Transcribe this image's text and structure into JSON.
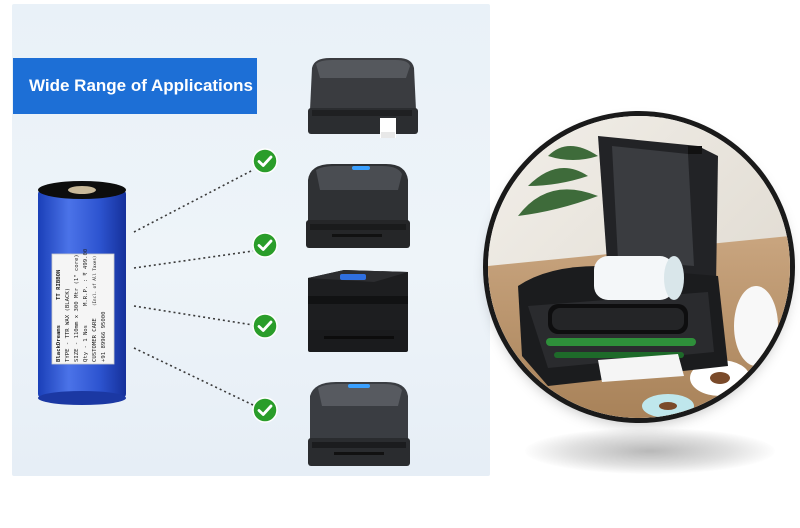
{
  "banner": {
    "title": "Wide Range of Applications"
  },
  "ribbon_label": {
    "brand": "BlackDreams",
    "product": "TT RIBBON",
    "type": "TYPE - TTR WAX (BLACK)",
    "size": "SIZE - 110mm x 300 Mtr (1\" core)",
    "qty": "Qty - 1 Nos",
    "care": "CUSTOMER CARE",
    "phone": "+91 89966 95000",
    "mrp": "M.R.P. : ₹ 499.00",
    "tax": "(Incl. of All Taxes)"
  },
  "icons": {
    "check": "check-circle-icon",
    "color_check": "#2a9d2a",
    "color_banner": "#1d6fd6"
  }
}
